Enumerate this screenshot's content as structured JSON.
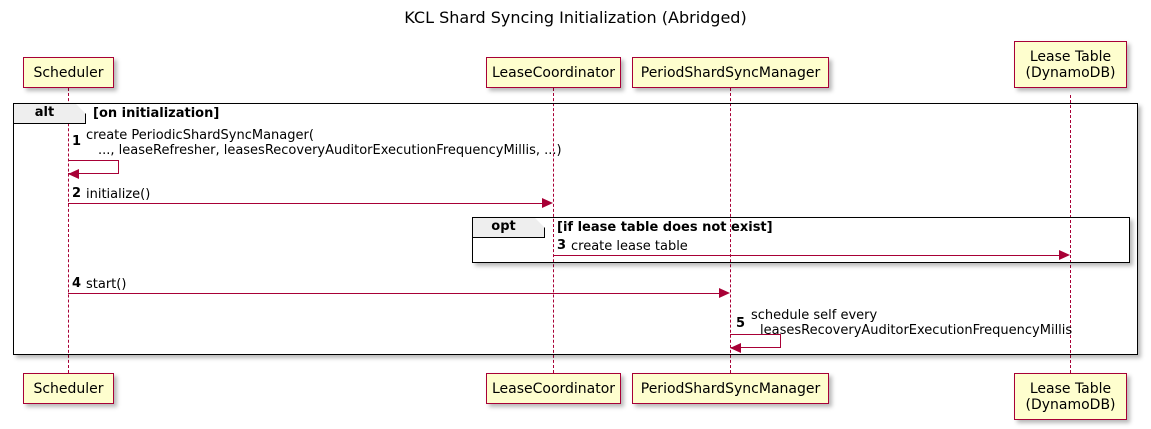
{
  "diagram": {
    "title": "KCL Shard Syncing Initialization (Abridged)",
    "type": "uml-sequence-diagram",
    "colors": {
      "participant_fill": "#FEFECE",
      "participant_border": "#A80036",
      "message_arrow": "#A80036",
      "fragment_border": "#000000",
      "fragment_tab_fill": "#EEEEEE",
      "background": "#FFFFFF"
    }
  },
  "participants": [
    {
      "id": "scheduler",
      "line1": "Scheduler",
      "line2": ""
    },
    {
      "id": "lease_coordinator",
      "line1": "LeaseCoordinator",
      "line2": ""
    },
    {
      "id": "period_shard_sync_manager",
      "line1": "PeriodShardSyncManager",
      "line2": ""
    },
    {
      "id": "lease_table",
      "line1": "Lease Table",
      "line2": "(DynamoDB)"
    }
  ],
  "fragments": [
    {
      "id": "alt",
      "operator": "alt",
      "guard": "[on initialization]"
    },
    {
      "id": "opt",
      "operator": "opt",
      "guard": "[if lease table does not exist]"
    }
  ],
  "messages": [
    {
      "number": "1",
      "from": "scheduler",
      "to": "scheduler",
      "kind": "self",
      "line1": "create PeriodicShardSyncManager(",
      "line2": "..., leaseRefresher, leasesRecoveryAuditorExecutionFrequencyMillis, ...)"
    },
    {
      "number": "2",
      "from": "scheduler",
      "to": "lease_coordinator",
      "kind": "call",
      "line1": "initialize()",
      "line2": ""
    },
    {
      "number": "3",
      "from": "lease_coordinator",
      "to": "lease_table",
      "kind": "call",
      "line1": "create lease table",
      "line2": ""
    },
    {
      "number": "4",
      "from": "scheduler",
      "to": "period_shard_sync_manager",
      "kind": "call",
      "line1": "start()",
      "line2": ""
    },
    {
      "number": "5",
      "from": "period_shard_sync_manager",
      "to": "period_shard_sync_manager",
      "kind": "self",
      "line1": "schedule self every",
      "line2": "leasesRecoveryAuditorExecutionFrequencyMillis"
    }
  ]
}
